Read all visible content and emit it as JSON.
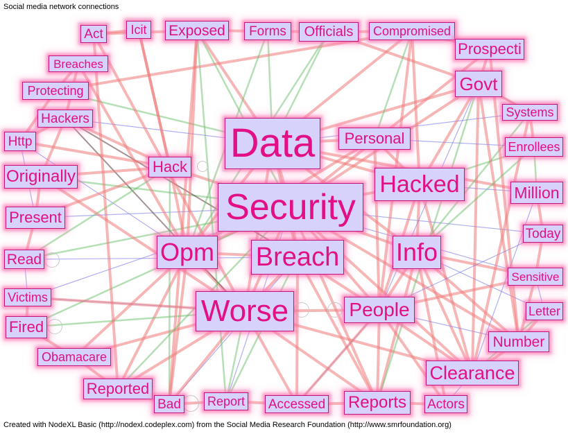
{
  "header": {
    "title": "Social media network connections"
  },
  "footer": {
    "text": "Created with NodeXL Basic (http://nodexl.codeplex.com) from the Social Media Research Foundation (http://www.smrfoundation.org)"
  },
  "colors": {
    "label_text": "#e20f86",
    "node_fill": "#d7d2fb",
    "node_border": "#c2127d",
    "edge_red": "#f07a7a",
    "edge_green": "#6bbf6b",
    "edge_blue": "#7a7ae8",
    "edge_dark": "#5a3a3a"
  },
  "nodes": [
    {
      "id": "act",
      "label": "Act"
    },
    {
      "id": "icit",
      "label": "Icit"
    },
    {
      "id": "exposed",
      "label": "Exposed"
    },
    {
      "id": "forms",
      "label": "Forms"
    },
    {
      "id": "officials",
      "label": "Officials"
    },
    {
      "id": "compromised",
      "label": "Compromised"
    },
    {
      "id": "prospecti",
      "label": "Prospecti"
    },
    {
      "id": "breaches",
      "label": "Breaches"
    },
    {
      "id": "govt",
      "label": "Govt"
    },
    {
      "id": "protecting",
      "label": "Protecting"
    },
    {
      "id": "systems",
      "label": "Systems"
    },
    {
      "id": "hackers",
      "label": "Hackers"
    },
    {
      "id": "data",
      "label": "Data"
    },
    {
      "id": "personal",
      "label": "Personal"
    },
    {
      "id": "http",
      "label": "Http"
    },
    {
      "id": "enrollees",
      "label": "Enrollees"
    },
    {
      "id": "hack",
      "label": "Hack"
    },
    {
      "id": "originally",
      "label": "Originally"
    },
    {
      "id": "hacked",
      "label": "Hacked"
    },
    {
      "id": "million",
      "label": "Million"
    },
    {
      "id": "security",
      "label": "Security"
    },
    {
      "id": "present",
      "label": "Present"
    },
    {
      "id": "today",
      "label": "Today"
    },
    {
      "id": "opm",
      "label": "Opm"
    },
    {
      "id": "breach",
      "label": "Breach"
    },
    {
      "id": "info",
      "label": "Info"
    },
    {
      "id": "read",
      "label": "Read"
    },
    {
      "id": "sensitive",
      "label": "Sensitive"
    },
    {
      "id": "victims",
      "label": "Victims"
    },
    {
      "id": "worse",
      "label": "Worse"
    },
    {
      "id": "people",
      "label": "People"
    },
    {
      "id": "letter",
      "label": "Letter"
    },
    {
      "id": "fired",
      "label": "Fired"
    },
    {
      "id": "number",
      "label": "Number"
    },
    {
      "id": "obamacare",
      "label": "Obamacare"
    },
    {
      "id": "clearance",
      "label": "Clearance"
    },
    {
      "id": "reported",
      "label": "Reported"
    },
    {
      "id": "bad",
      "label": "Bad"
    },
    {
      "id": "report",
      "label": "Report"
    },
    {
      "id": "accessed",
      "label": "Accessed"
    },
    {
      "id": "reports",
      "label": "Reports"
    },
    {
      "id": "actors",
      "label": "Actors"
    }
  ],
  "edges": [
    [
      "data",
      "security",
      "red"
    ],
    [
      "data",
      "hacked",
      "red"
    ],
    [
      "data",
      "info",
      "red"
    ],
    [
      "data",
      "breach",
      "red"
    ],
    [
      "data",
      "opm",
      "red"
    ],
    [
      "data",
      "worse",
      "red"
    ],
    [
      "data",
      "personal",
      "red"
    ],
    [
      "data",
      "exposed",
      "red"
    ],
    [
      "data",
      "compromised",
      "red"
    ],
    [
      "data",
      "officials",
      "green"
    ],
    [
      "data",
      "forms",
      "green"
    ],
    [
      "data",
      "hackers",
      "blue"
    ],
    [
      "data",
      "protecting",
      "green"
    ],
    [
      "data",
      "govt",
      "red"
    ],
    [
      "data",
      "systems",
      "blue"
    ],
    [
      "data",
      "million",
      "red"
    ],
    [
      "security",
      "hacked",
      "red"
    ],
    [
      "security",
      "info",
      "red"
    ],
    [
      "security",
      "breach",
      "red"
    ],
    [
      "security",
      "opm",
      "red"
    ],
    [
      "security",
      "worse",
      "red"
    ],
    [
      "security",
      "people",
      "red"
    ],
    [
      "security",
      "clearance",
      "red"
    ],
    [
      "security",
      "govt",
      "red"
    ],
    [
      "security",
      "exposed",
      "green"
    ],
    [
      "security",
      "hack",
      "red"
    ],
    [
      "security",
      "originally",
      "green"
    ],
    [
      "security",
      "present",
      "blue"
    ],
    [
      "security",
      "read",
      "green"
    ],
    [
      "security",
      "victims",
      "blue"
    ],
    [
      "security",
      "fired",
      "green"
    ],
    [
      "security",
      "sensitive",
      "blue"
    ],
    [
      "security",
      "number",
      "red"
    ],
    [
      "security",
      "reports",
      "red"
    ],
    [
      "security",
      "today",
      "blue"
    ],
    [
      "security",
      "prospecti",
      "red"
    ],
    [
      "hacked",
      "info",
      "red"
    ],
    [
      "hacked",
      "people",
      "red"
    ],
    [
      "hacked",
      "govt",
      "red"
    ],
    [
      "hacked",
      "clearance",
      "red"
    ],
    [
      "hacked",
      "million",
      "blue"
    ],
    [
      "hacked",
      "enrollees",
      "green"
    ],
    [
      "hacked",
      "compromised",
      "red"
    ],
    [
      "hacked",
      "personal",
      "red"
    ],
    [
      "info",
      "people",
      "red"
    ],
    [
      "info",
      "clearance",
      "red"
    ],
    [
      "info",
      "sensitive",
      "red"
    ],
    [
      "info",
      "letter",
      "blue"
    ],
    [
      "info",
      "number",
      "red"
    ],
    [
      "info",
      "reports",
      "red"
    ],
    [
      "info",
      "actors",
      "red"
    ],
    [
      "info",
      "systems",
      "green"
    ],
    [
      "breach",
      "opm",
      "red"
    ],
    [
      "breach",
      "worse",
      "red"
    ],
    [
      "breach",
      "people",
      "red"
    ],
    [
      "breach",
      "reports",
      "red"
    ],
    [
      "breach",
      "accessed",
      "red"
    ],
    [
      "breach",
      "report",
      "green"
    ],
    [
      "breach",
      "bad",
      "blue"
    ],
    [
      "breach",
      "hackers",
      "dark"
    ],
    [
      "opm",
      "worse",
      "red"
    ],
    [
      "opm",
      "hack",
      "red"
    ],
    [
      "opm",
      "exposed",
      "red"
    ],
    [
      "opm",
      "reported",
      "red"
    ],
    [
      "opm",
      "obamacare",
      "red"
    ],
    [
      "opm",
      "bad",
      "red"
    ],
    [
      "opm",
      "http",
      "blue"
    ],
    [
      "opm",
      "breaches",
      "red"
    ],
    [
      "worse",
      "people",
      "red"
    ],
    [
      "worse",
      "reported",
      "red"
    ],
    [
      "worse",
      "fired",
      "green"
    ],
    [
      "worse",
      "victims",
      "blue"
    ],
    [
      "worse",
      "obamacare",
      "red"
    ],
    [
      "worse",
      "report",
      "green"
    ],
    [
      "worse",
      "accessed",
      "red"
    ],
    [
      "worse",
      "reports",
      "red"
    ],
    [
      "worse",
      "clearance",
      "red"
    ],
    [
      "worse",
      "bad",
      "red"
    ],
    [
      "worse",
      "hackers",
      "dark"
    ],
    [
      "worse",
      "act",
      "red"
    ],
    [
      "people",
      "reports",
      "red"
    ],
    [
      "people",
      "clearance",
      "red"
    ],
    [
      "people",
      "actors",
      "red"
    ],
    [
      "people",
      "number",
      "blue"
    ],
    [
      "people",
      "accessed",
      "blue"
    ],
    [
      "people",
      "sensitive",
      "red"
    ],
    [
      "people",
      "compromised",
      "red"
    ],
    [
      "hack",
      "http",
      "red"
    ],
    [
      "hack",
      "present",
      "red"
    ],
    [
      "hack",
      "originally",
      "red"
    ],
    [
      "hack",
      "hackers",
      "red"
    ],
    [
      "hack",
      "read",
      "green"
    ],
    [
      "hack",
      "bad",
      "green"
    ],
    [
      "hack",
      "icit",
      "red"
    ],
    [
      "govt",
      "clearance",
      "red"
    ],
    [
      "govt",
      "number",
      "red"
    ],
    [
      "govt",
      "systems",
      "blue"
    ],
    [
      "govt",
      "prospecti",
      "red"
    ],
    [
      "govt",
      "people",
      "blue"
    ],
    [
      "govt",
      "reports",
      "green"
    ],
    [
      "govt",
      "officials",
      "red"
    ],
    [
      "exposed",
      "report",
      "green"
    ],
    [
      "exposed",
      "bad",
      "red"
    ],
    [
      "exposed",
      "act",
      "red"
    ],
    [
      "exposed",
      "forms",
      "red"
    ],
    [
      "compromised",
      "personal",
      "green"
    ],
    [
      "compromised",
      "officials",
      "red"
    ],
    [
      "compromised",
      "protecting",
      "red"
    ],
    [
      "personal",
      "enrollees",
      "blue"
    ],
    [
      "personal",
      "people",
      "red"
    ],
    [
      "personal",
      "opm",
      "red"
    ],
    [
      "icit",
      "act",
      "red"
    ],
    [
      "icit",
      "hack",
      "red"
    ],
    [
      "forms",
      "officials",
      "red"
    ],
    [
      "forms",
      "opm",
      "green"
    ],
    [
      "breaches",
      "protecting",
      "red"
    ],
    [
      "breaches",
      "hackers",
      "red"
    ],
    [
      "protecting",
      "http",
      "red"
    ],
    [
      "hackers",
      "http",
      "red"
    ],
    [
      "hackers",
      "originally",
      "red"
    ],
    [
      "http",
      "present",
      "blue"
    ],
    [
      "originally",
      "present",
      "red"
    ],
    [
      "present",
      "read",
      "red"
    ],
    [
      "read",
      "victims",
      "blue"
    ],
    [
      "victims",
      "fired",
      "red"
    ],
    [
      "fired",
      "obamacare",
      "red"
    ],
    [
      "obamacare",
      "reported",
      "red"
    ],
    [
      "reported",
      "bad",
      "red"
    ],
    [
      "bad",
      "report",
      "red"
    ],
    [
      "report",
      "accessed",
      "red"
    ],
    [
      "accessed",
      "reports",
      "red"
    ],
    [
      "reports",
      "actors",
      "red"
    ],
    [
      "actors",
      "clearance",
      "blue"
    ],
    [
      "clearance",
      "number",
      "red"
    ],
    [
      "number",
      "letter",
      "red"
    ],
    [
      "letter",
      "sensitive",
      "blue"
    ],
    [
      "sensitive",
      "today",
      "red"
    ],
    [
      "today",
      "million",
      "red"
    ],
    [
      "million",
      "enrollees",
      "green"
    ],
    [
      "enrollees",
      "systems",
      "red"
    ],
    [
      "systems",
      "govt",
      "red"
    ],
    [
      "prospecti",
      "compromised",
      "red"
    ],
    [
      "million",
      "clearance",
      "blue"
    ],
    [
      "today",
      "people",
      "blue"
    ],
    [
      "letter",
      "clearance",
      "green"
    ],
    [
      "sensitive",
      "number",
      "red"
    ],
    [
      "read",
      "breach",
      "blue"
    ],
    [
      "victims",
      "worse",
      "red"
    ],
    [
      "originally",
      "worse",
      "red"
    ],
    [
      "act",
      "reported",
      "red"
    ],
    [
      "officials",
      "opm",
      "green"
    ],
    [
      "prospecti",
      "number",
      "red"
    ],
    [
      "enrollees",
      "info",
      "green"
    ],
    [
      "systems",
      "clearance",
      "red"
    ],
    [
      "report",
      "security",
      "blue"
    ],
    [
      "accessed",
      "people",
      "red"
    ],
    [
      "reported",
      "security",
      "green"
    ]
  ]
}
